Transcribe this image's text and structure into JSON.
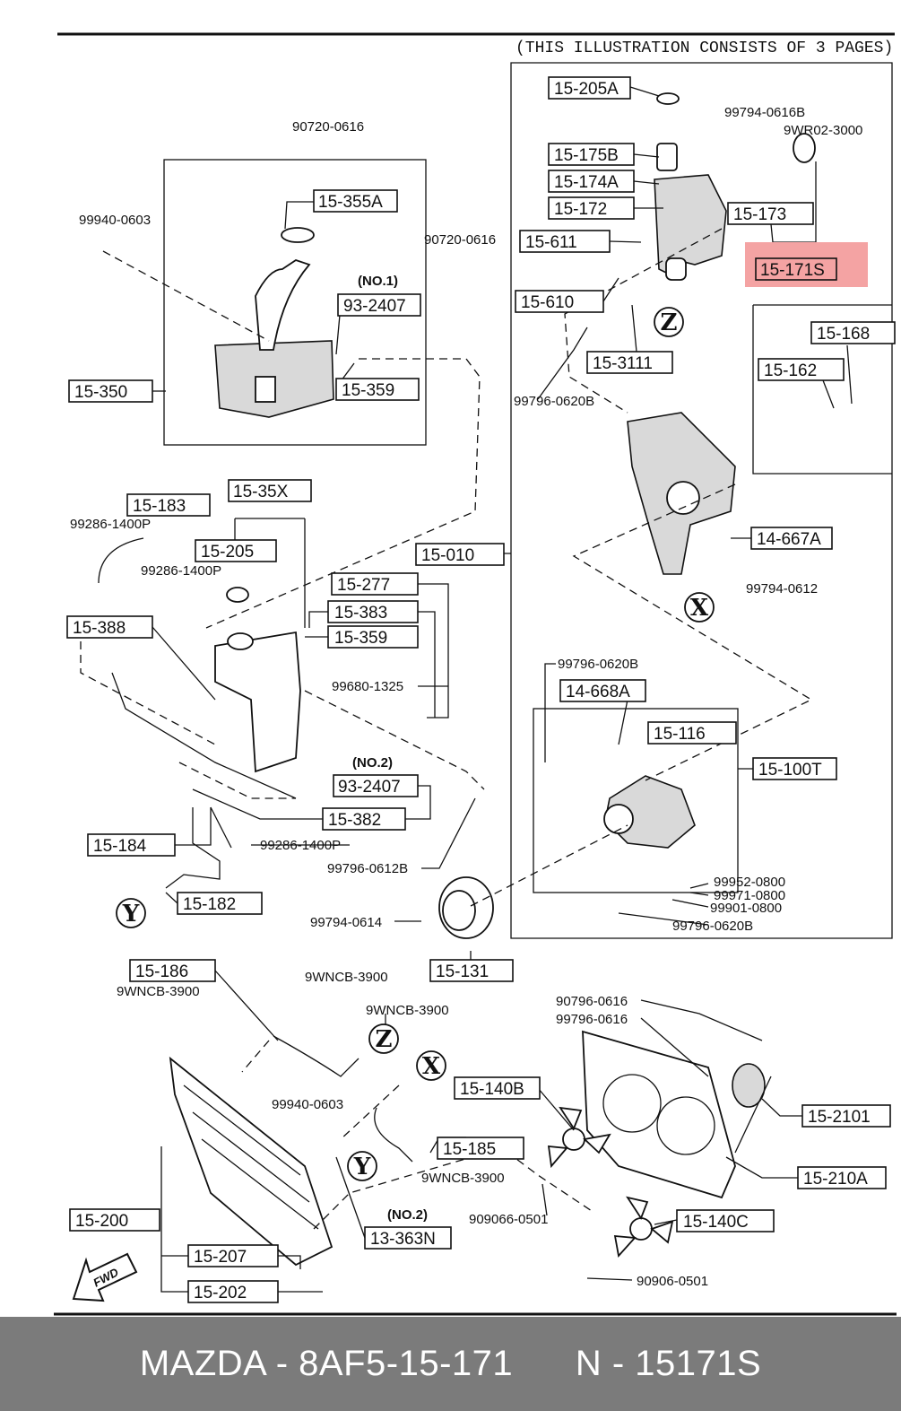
{
  "header": {
    "note": "(THIS ILLUSTRATION CONSISTS OF  3 PAGES)"
  },
  "labels": {
    "l1": "15-205A",
    "l2": "15-175B",
    "l3": "15-174A",
    "l4": "15-172",
    "l5": "15-173",
    "l6": "15-611",
    "l7": "15-171S",
    "l8": "15-610",
    "l9": "15-3111",
    "l10": "15-168",
    "l11": "15-162",
    "l12": "14-667A",
    "l13": "15-355A",
    "l14": "93-2407",
    "l15": "15-350",
    "l16": "15-359",
    "l17": "15-183",
    "l18": "15-35X",
    "l19": "15-205",
    "l20": "15-010",
    "l21": "15-277",
    "l22": "15-383",
    "l23": "15-388",
    "l24": "15-359",
    "l25": "14-668A",
    "l26": "15-116",
    "l27": "15-100T",
    "l28": "93-2407",
    "l29": "15-382",
    "l30": "15-184",
    "l31": "15-182",
    "l32": "15-131",
    "l33": "15-186",
    "l34": "15-140B",
    "l35": "15-2101",
    "l36": "15-185",
    "l37": "15-210A",
    "l38": "15-200",
    "l39": "13-363N",
    "l40": "15-140C",
    "l41": "15-207",
    "l42": "15-202"
  },
  "part_numbers": {
    "p1": "90720-0616",
    "p2": "99794-0616B",
    "p3": "9WR02-3000",
    "p4": "99940-0603",
    "p5": "90720-0616",
    "p6": "99796-0620B",
    "p7": "99286-1400P",
    "p8": "99286-1400P",
    "p9": "99794-0612",
    "p10": "99680-1325",
    "p11": "99796-0620B",
    "p12": "99286-1400P",
    "p13": "99796-0612B",
    "p14": "99952-0800",
    "p15": "99971-0800",
    "p16": "99901-0800",
    "p17": "99794-0614",
    "p18": "99796-0620B",
    "p19": "9WNCB-3900",
    "p20": "9WNCB-3900",
    "p21": "9WNCB-3900",
    "p22": "90796-0616",
    "p23": "99796-0616",
    "p24": "99940-0603",
    "p25": "9WNCB-3900",
    "p26": "909066-0501",
    "p27": "90906-0501"
  },
  "sublabels": {
    "no1": "(NO.1)",
    "no2a": "(NO.2)",
    "no2b": "(NO.2)"
  },
  "markers": {
    "z1": "Z",
    "x1": "X",
    "y1": "Y",
    "z2": "Z",
    "x2": "X",
    "y2": "Y"
  },
  "direction": {
    "fwd": "FWD"
  },
  "highlight_color": "#f4a3a3",
  "footer": {
    "left": "MAZDA - 8AF5-15-171",
    "right": "N - 15171S"
  }
}
